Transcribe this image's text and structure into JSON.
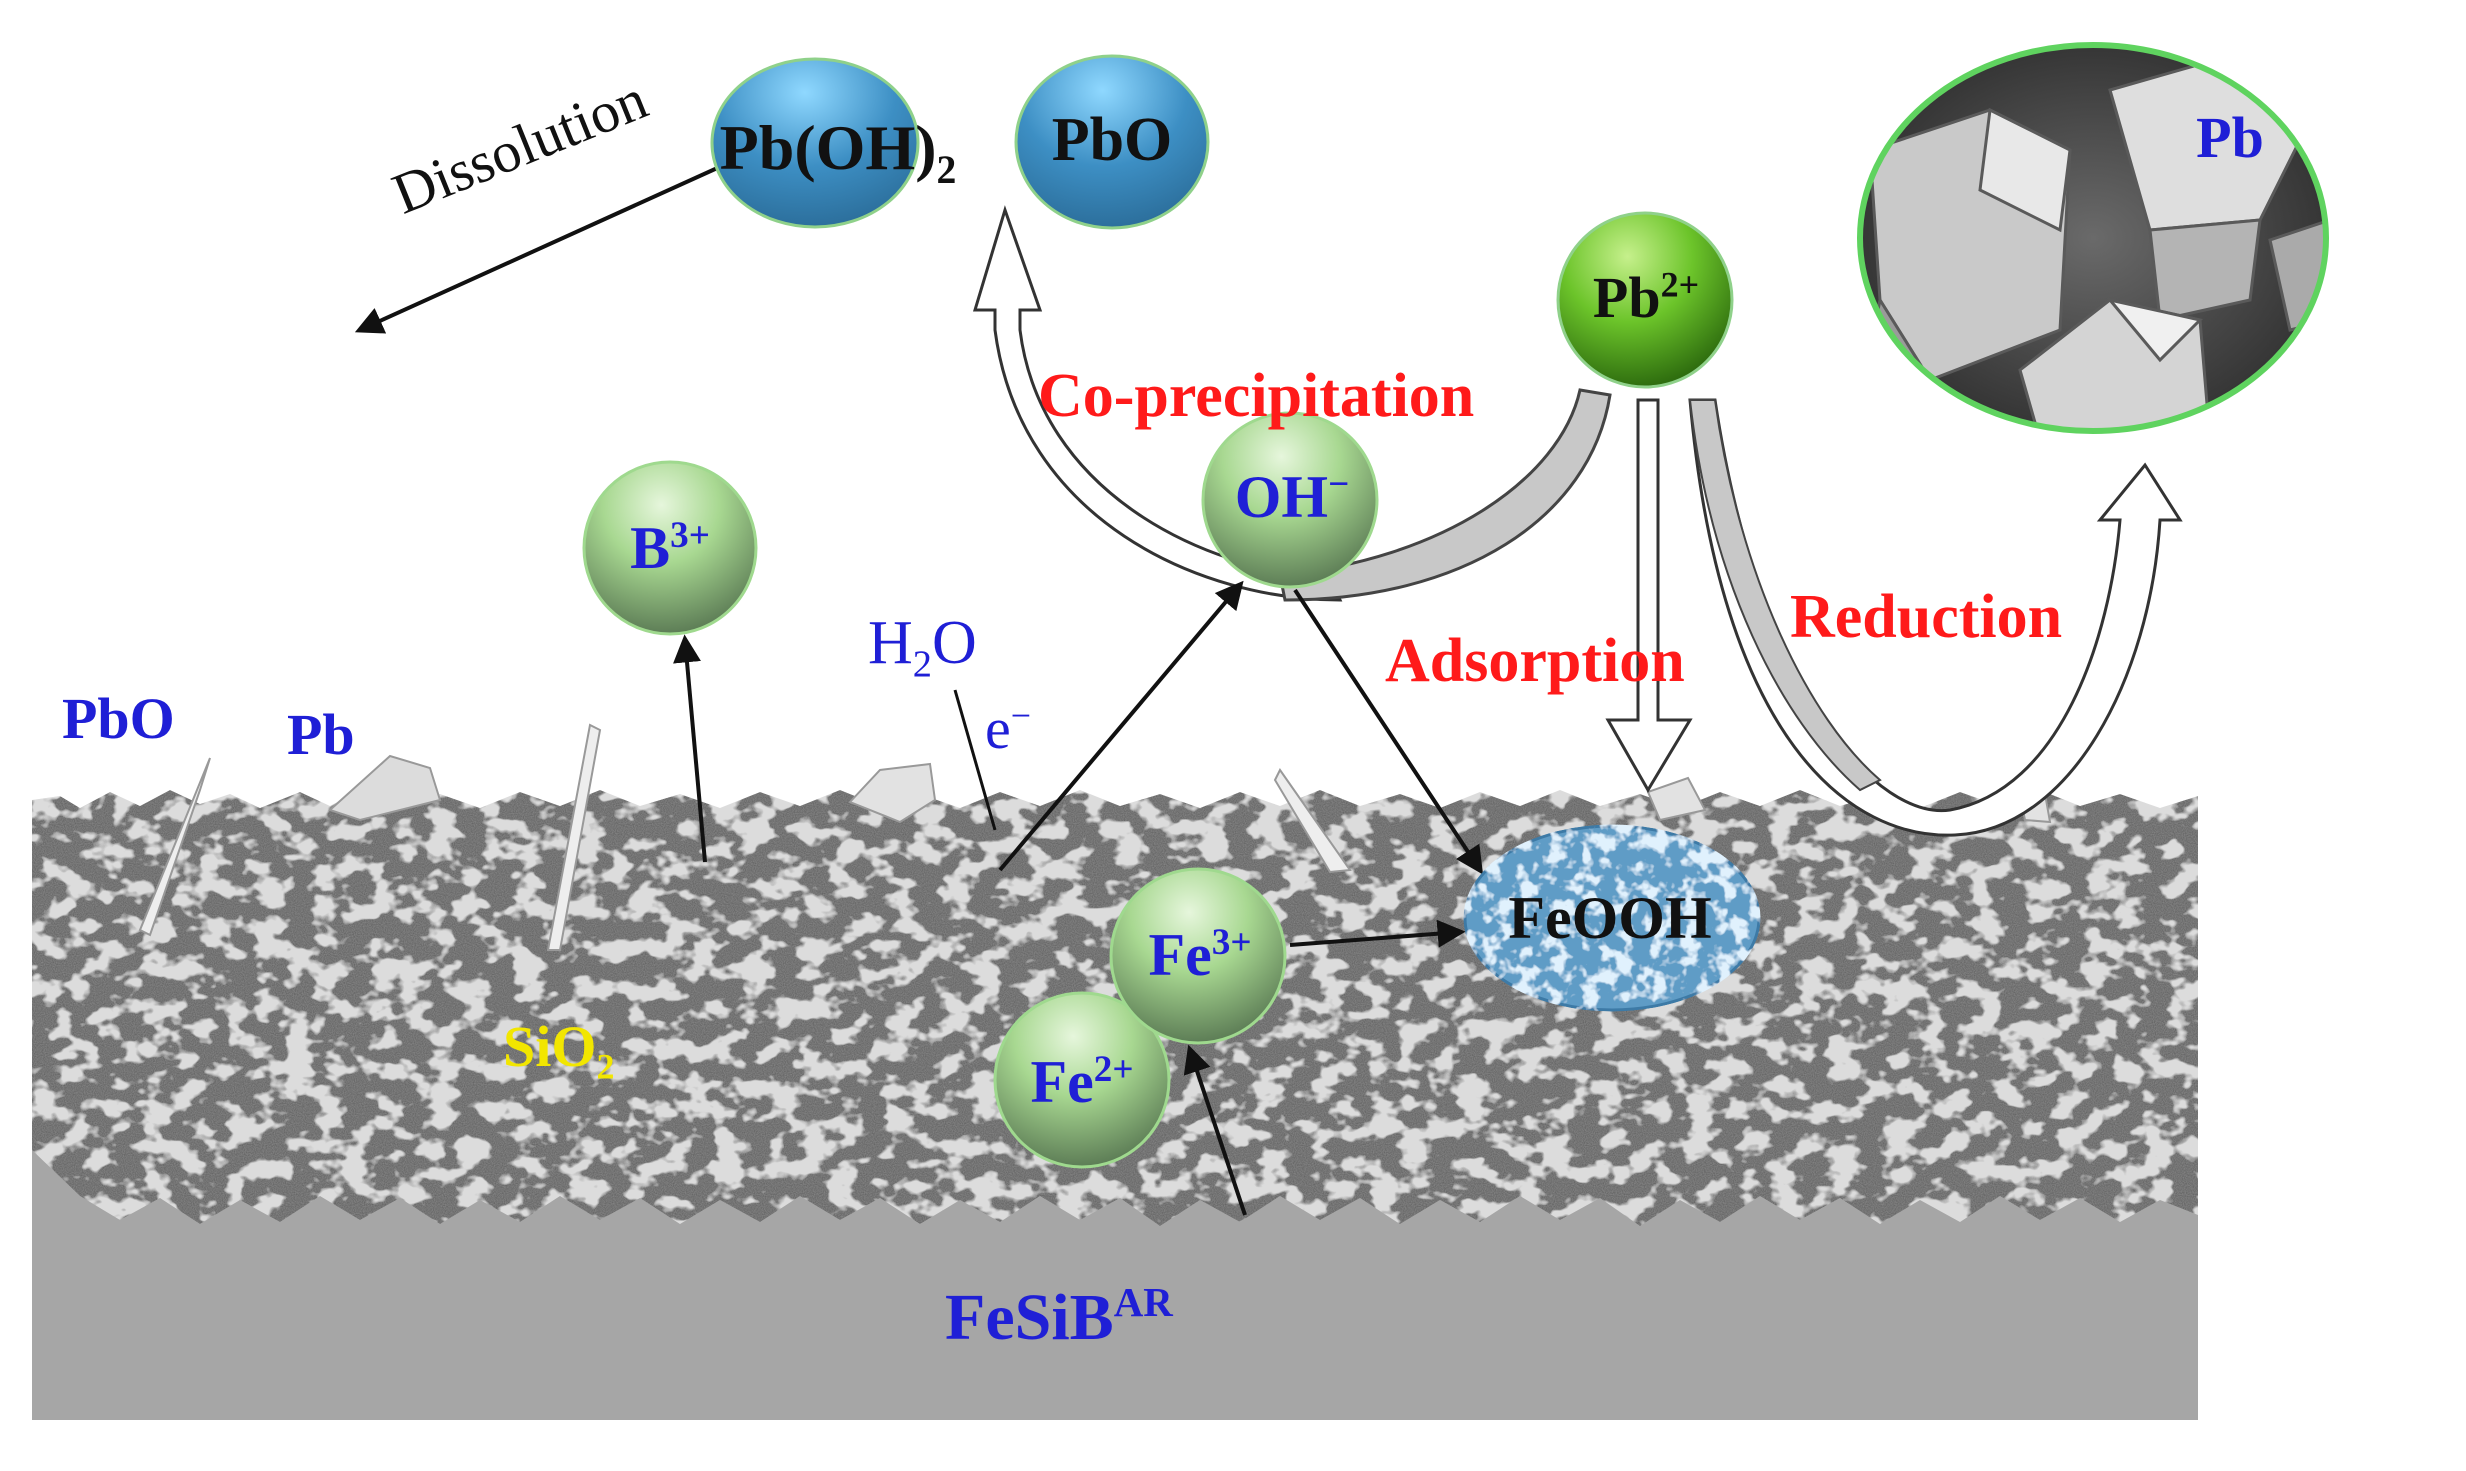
{
  "surface_labels": {
    "pbo": "PbO",
    "pb": "Pb",
    "sio": "SiO",
    "sio_sub": "2",
    "h2o_h": "H",
    "h2o_sub": "2",
    "h2o_o": "O",
    "electron": "e",
    "electron_sup": "−",
    "fesib": "FeSiB",
    "fesib_sup": "AR"
  },
  "process_labels": {
    "dissolution": "Dissolution",
    "coprecipitation": "Co-precipitation",
    "adsorption": "Adsorption",
    "reduction": "Reduction"
  },
  "species": {
    "pboh2_main": "Pb(OH)",
    "pboh2_sub": "2",
    "pbo": "PbO",
    "pb2_base": "Pb",
    "pb2_sup": "2+",
    "oh_base": "OH",
    "oh_sup": "−",
    "b3_base": "B",
    "b3_sup": "3+",
    "fe3_base": "Fe",
    "fe3_sup": "3+",
    "fe2_base": "Fe",
    "fe2_sup": "2+",
    "feooh": "FeOOH",
    "pb_crystal": "Pb"
  },
  "colors": {
    "label_blue": "#1f1fd6",
    "label_red": "#ff1a1a",
    "label_yellow": "#f2e600",
    "ball_green": "#8fcf7a",
    "ball_blue": "#3d8fc4",
    "pb_ball": "#6cc42a",
    "substrate": "#a6a6a6"
  }
}
